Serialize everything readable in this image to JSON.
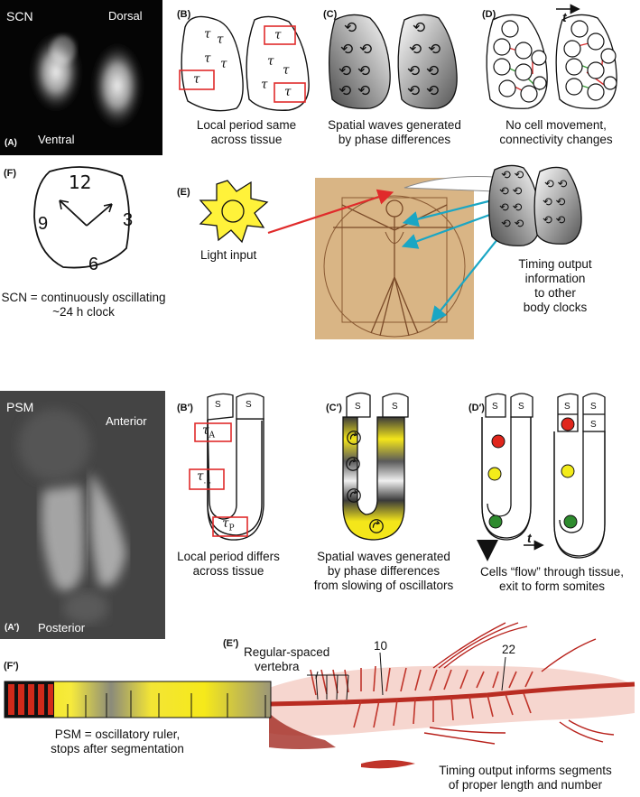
{
  "top": {
    "A": {
      "tag": "(A)",
      "title": "SCN",
      "dorsal": "Dorsal",
      "ventral": "Ventral"
    },
    "B": {
      "tag": "(B)",
      "caption1": "Local period same",
      "caption2": "across tissue",
      "tau": "τ"
    },
    "C": {
      "tag": "(C)",
      "caption1": "Spatial waves generated",
      "caption2": "by phase differences"
    },
    "D": {
      "tag": "(D)",
      "caption1": "No cell movement,",
      "caption2": "connectivity changes",
      "t": "t"
    },
    "E": {
      "tag": "(E)",
      "light": "Light input",
      "out1": "Timing output",
      "out2": "information",
      "out3": "to other",
      "out4": "body clocks"
    },
    "F": {
      "tag": "(F)",
      "c12": "12",
      "c3": "3",
      "c6": "6",
      "c9": "9",
      "caption1": "SCN = continuously oscillating",
      "caption2": "~24 h clock"
    }
  },
  "bottom": {
    "A": {
      "tag": "(A′)",
      "title": "PSM",
      "anterior": "Anterior",
      "posterior": "Posterior"
    },
    "B": {
      "tag": "(B′)",
      "caption1": "Local period differs",
      "caption2": "across tissue",
      "s": "S",
      "tauA": "A",
      "tauM": "...",
      "tauP": "P"
    },
    "C": {
      "tag": "(C′)",
      "caption1": "Spatial waves generated",
      "caption2": "by phase differences",
      "caption3": "from slowing of oscillators"
    },
    "D": {
      "tag": "(D′)",
      "caption1": "Cells “flow” through tissue,",
      "caption2": "exit to form somites",
      "t": "t"
    },
    "E": {
      "tag": "(E′)",
      "reg1": "Regular-spaced",
      "reg2": "vertebra",
      "n10": "10",
      "n22": "22",
      "out1": "Timing output informs segments",
      "out2": "of proper length and number"
    },
    "F": {
      "tag": "(F′)",
      "caption1": "PSM = oscillatory ruler,",
      "caption2": "stops after segmentation"
    }
  },
  "colors": {
    "box": "#e02b2b",
    "arrowRed": "#e02b2b",
    "arrowCyan": "#1aa6c4",
    "sun": "#fff23a",
    "somiteRed": "#e0261c",
    "somiteYellow": "#f3ec1a",
    "somiteGreen": "#2e8b2e",
    "linkRed": "#d93030",
    "linkGreen": "#3a9a3a"
  }
}
